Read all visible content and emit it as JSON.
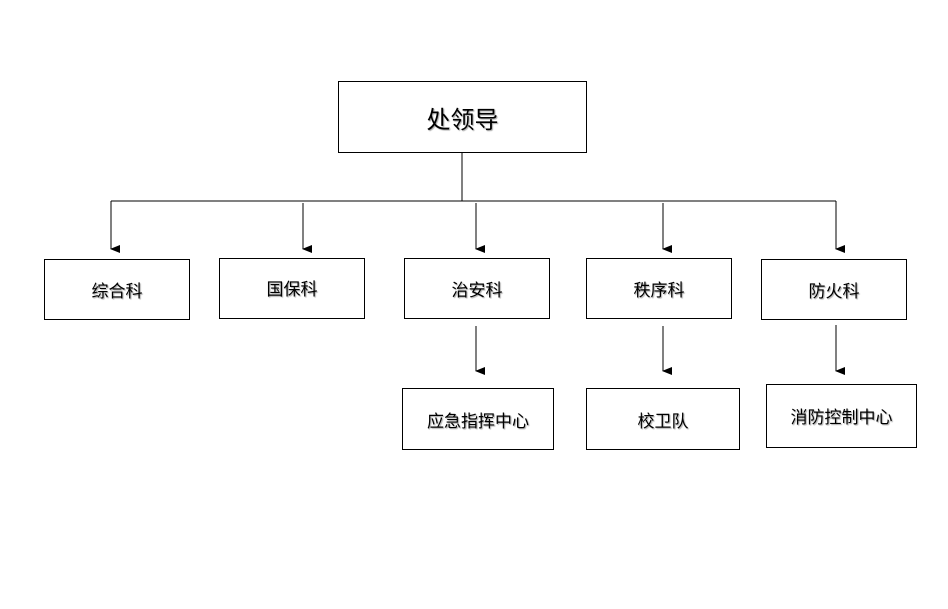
{
  "root": {
    "label": "处领导"
  },
  "departments": [
    {
      "label": "综合科"
    },
    {
      "label": "国保科"
    },
    {
      "label": "治安科"
    },
    {
      "label": "秩序科"
    },
    {
      "label": "防火科"
    }
  ],
  "sub_units": [
    {
      "label": "应急指挥中心",
      "parent": "治安科"
    },
    {
      "label": "校卫队",
      "parent": "秩序科"
    },
    {
      "label": "消防控制中心",
      "parent": "防火科"
    }
  ],
  "colors": {
    "line": "#000000",
    "box_border": "#000000",
    "background": "#ffffff"
  }
}
